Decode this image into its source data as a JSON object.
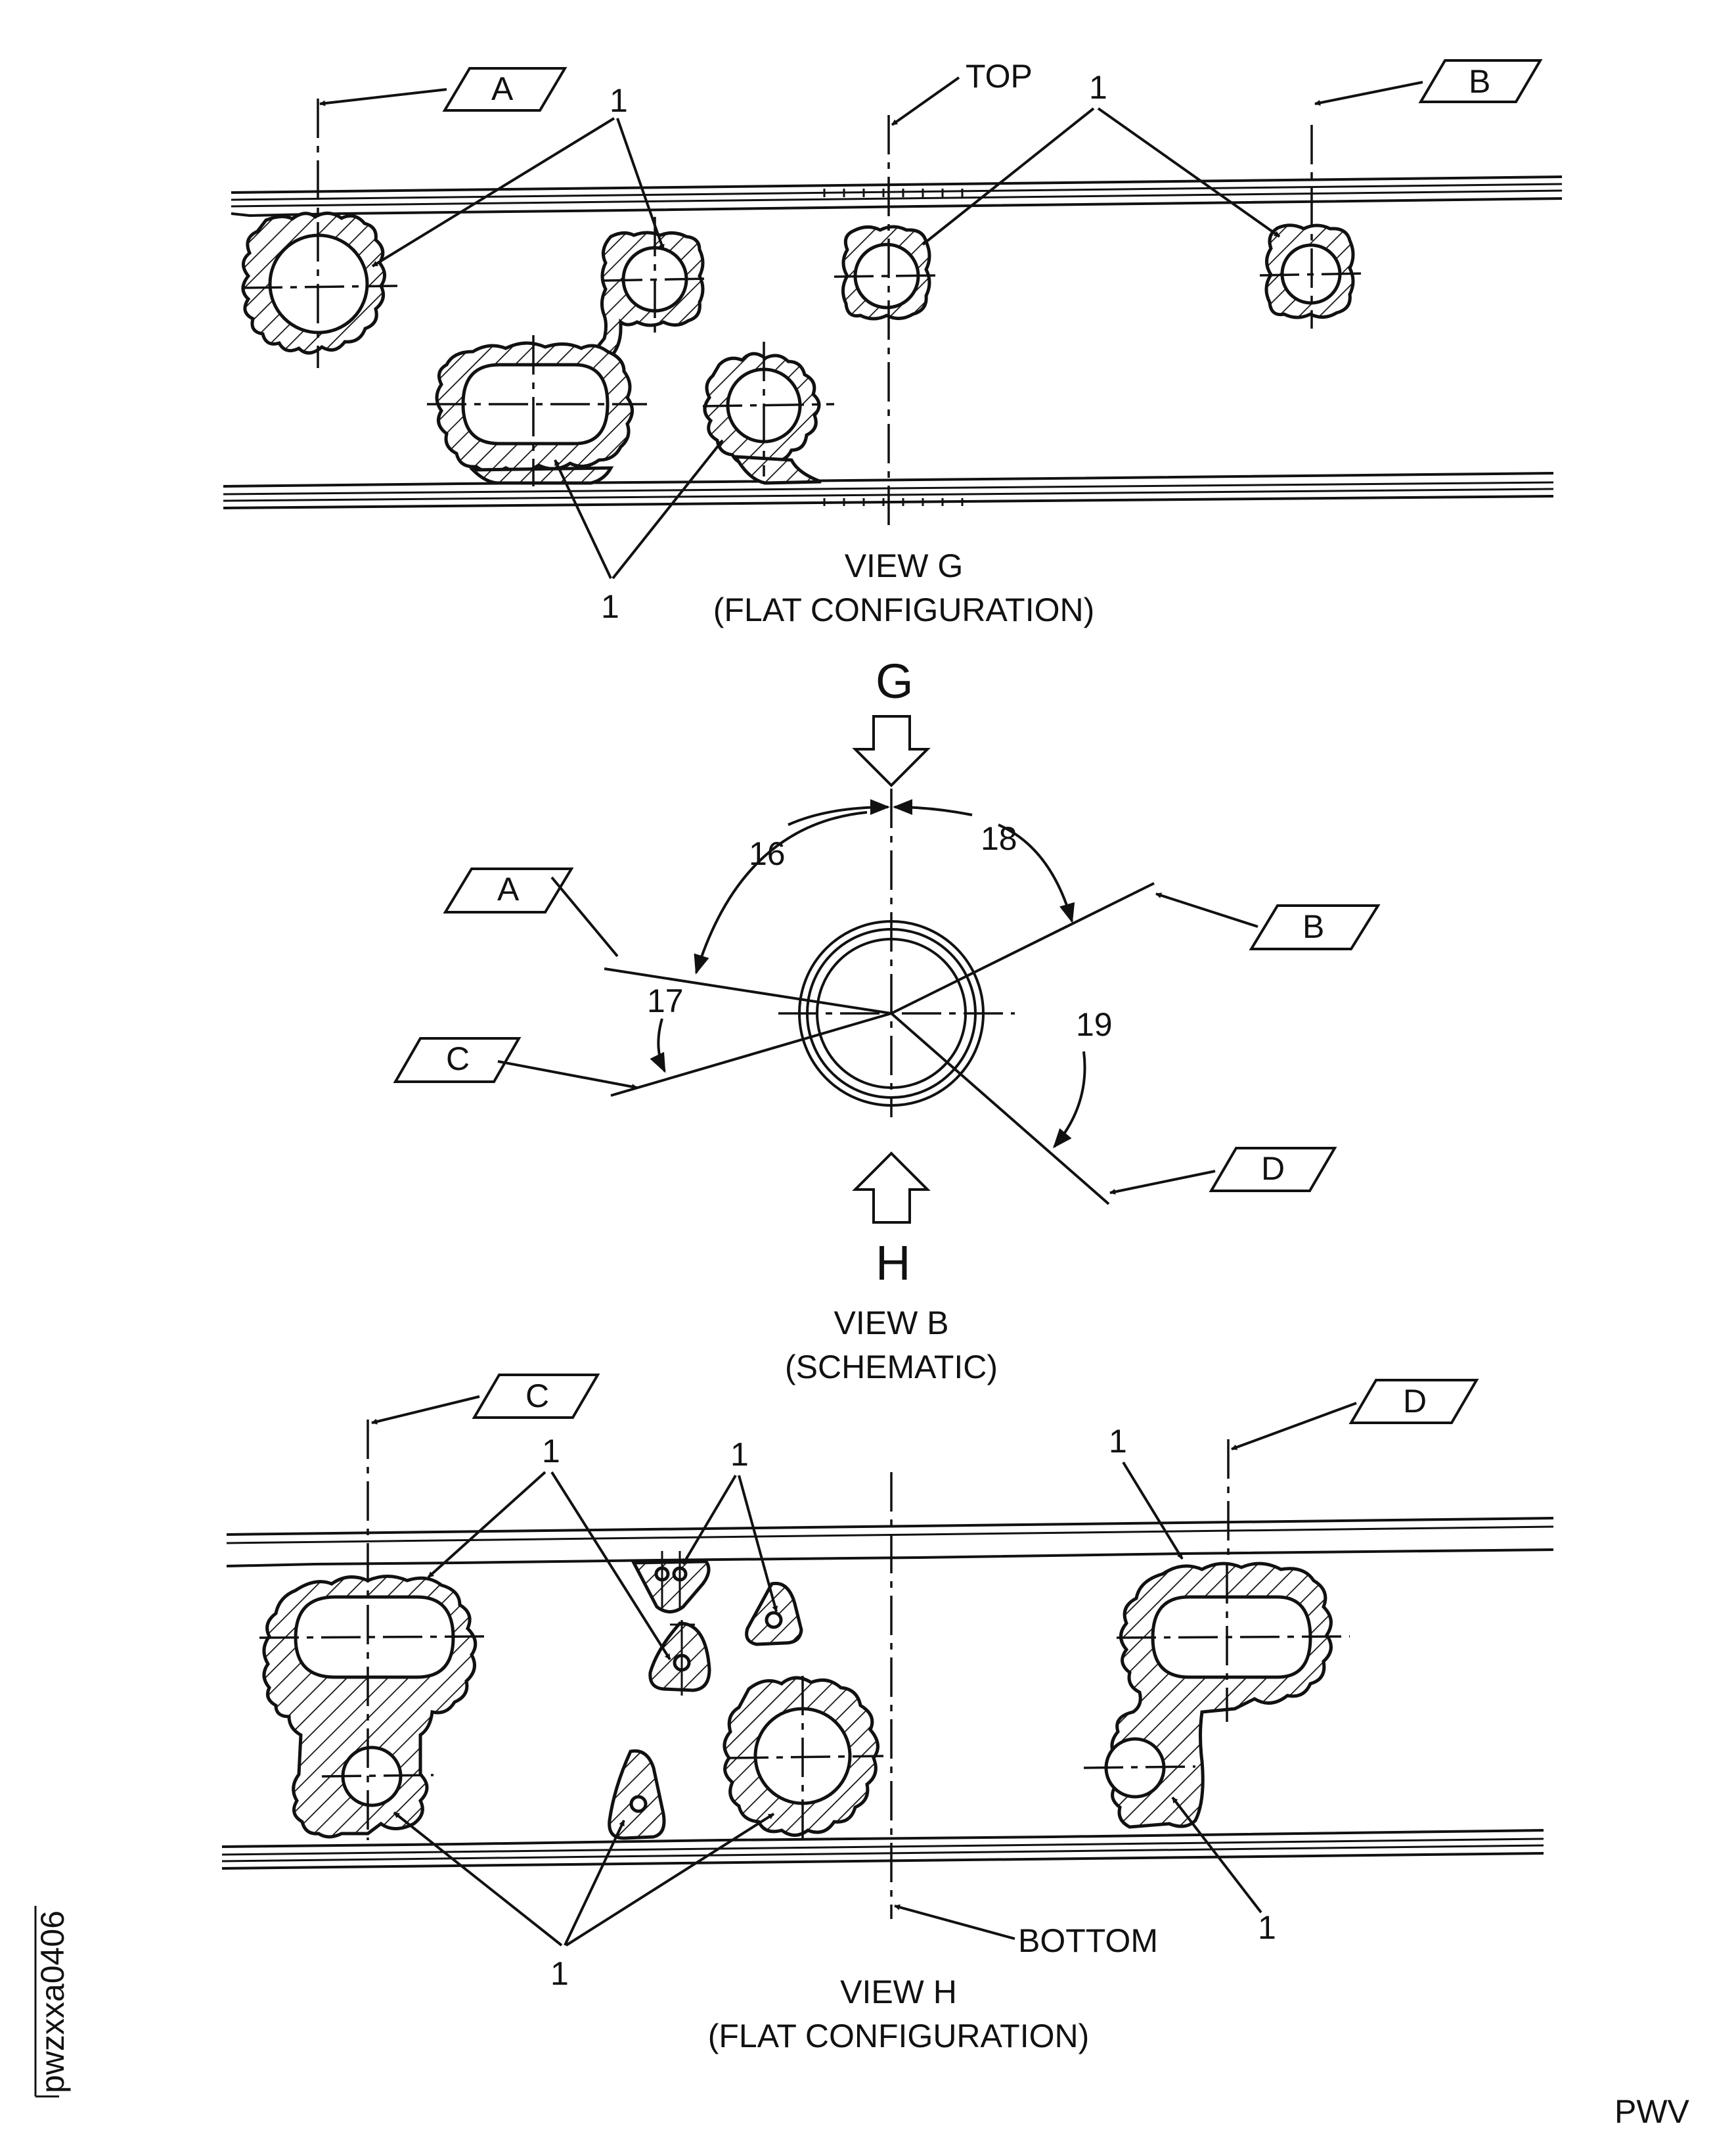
{
  "view_g": {
    "title": "VIEW G",
    "subtitle": "(FLAT CONFIGURATION)",
    "top_label": "TOP",
    "flag_a": "A",
    "flag_b": "B",
    "item": "1"
  },
  "view_b": {
    "title": "VIEW B",
    "subtitle": "(SCHEMATIC)",
    "arrow_g": "G",
    "arrow_h": "H",
    "flags": [
      "A",
      "B",
      "C",
      "D"
    ],
    "angles": [
      "16",
      "18",
      "17",
      "19"
    ]
  },
  "view_h": {
    "title": "VIEW H",
    "subtitle": "(FLAT CONFIGURATION)",
    "bottom_label": "BOTTOM",
    "flag_c": "C",
    "flag_d": "D",
    "item": "1"
  },
  "figure_id": "pwzxxa0406",
  "corner_code": "PWV"
}
